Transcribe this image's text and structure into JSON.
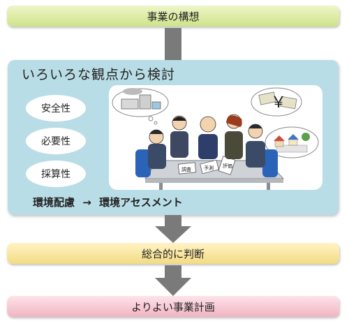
{
  "flow": {
    "step1": "事業の構想",
    "panel_title": "いろいろな観点から検討",
    "viewpoints": [
      "安全性",
      "必要性",
      "採算性"
    ],
    "footer_left": "環境配慮",
    "footer_arrow": "→",
    "footer_right": "環境アセスメント",
    "step3": "総合的に判断",
    "step4": "よりよい事業計画"
  },
  "illustration": {
    "papers": [
      "調査",
      "予測",
      "評価"
    ],
    "yen_symbol": "￥"
  },
  "colors": {
    "step1": "#d7e79a",
    "panel": "#b9dde6",
    "step3": "#f5e08f",
    "step4": "#f4c0cc",
    "arrow": "#7a7a7a"
  }
}
